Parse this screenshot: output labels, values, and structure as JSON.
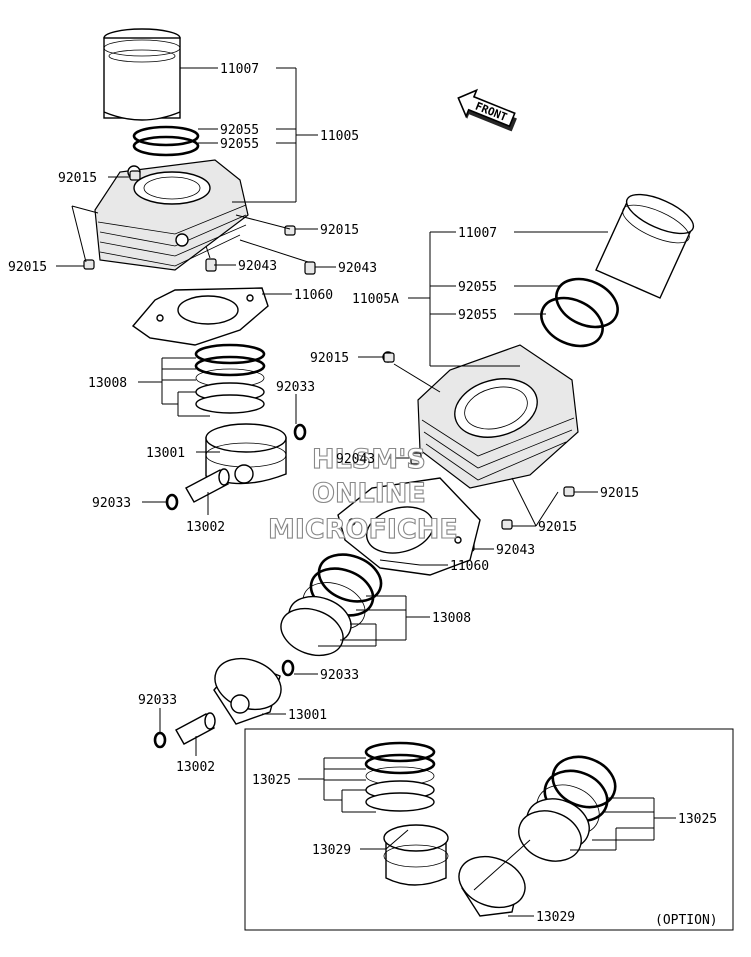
{
  "watermark": {
    "line1": "HLSM'S",
    "line2": "ONLINE",
    "line3": "MICROFICHE"
  },
  "front_arrow": {
    "label": "FRONT"
  },
  "option_box": {
    "label": "(OPTION)"
  },
  "labels": {
    "a11007": "11007",
    "a92055_1": "92055",
    "a92055_2": "92055",
    "a11005": "11005",
    "a92015_top": "92015",
    "a92015_right": "92015",
    "a92015_left": "92015",
    "a92043_1": "92043",
    "a92043_2": "92043",
    "a11060": "11060",
    "a13008": "13008",
    "a92033_right": "92033",
    "a13001": "13001",
    "a92033_left": "92033",
    "a13002": "13002",
    "b11007": "11007",
    "b11005A": "11005A",
    "b92055_1": "92055",
    "b92055_2": "92055",
    "b92015_top": "92015",
    "b92043_mid": "92043",
    "b92015_r1": "92015",
    "b92015_r2": "92015",
    "b92043_low": "92043",
    "b11060": "11060",
    "b13008": "13008",
    "b92033_right": "92033",
    "b92033_left": "92033",
    "b13001": "13001",
    "b13002": "13002",
    "o13025_left": "13025",
    "o13025_right": "13025",
    "o13029_left": "13029",
    "o13029_right": "13029"
  }
}
